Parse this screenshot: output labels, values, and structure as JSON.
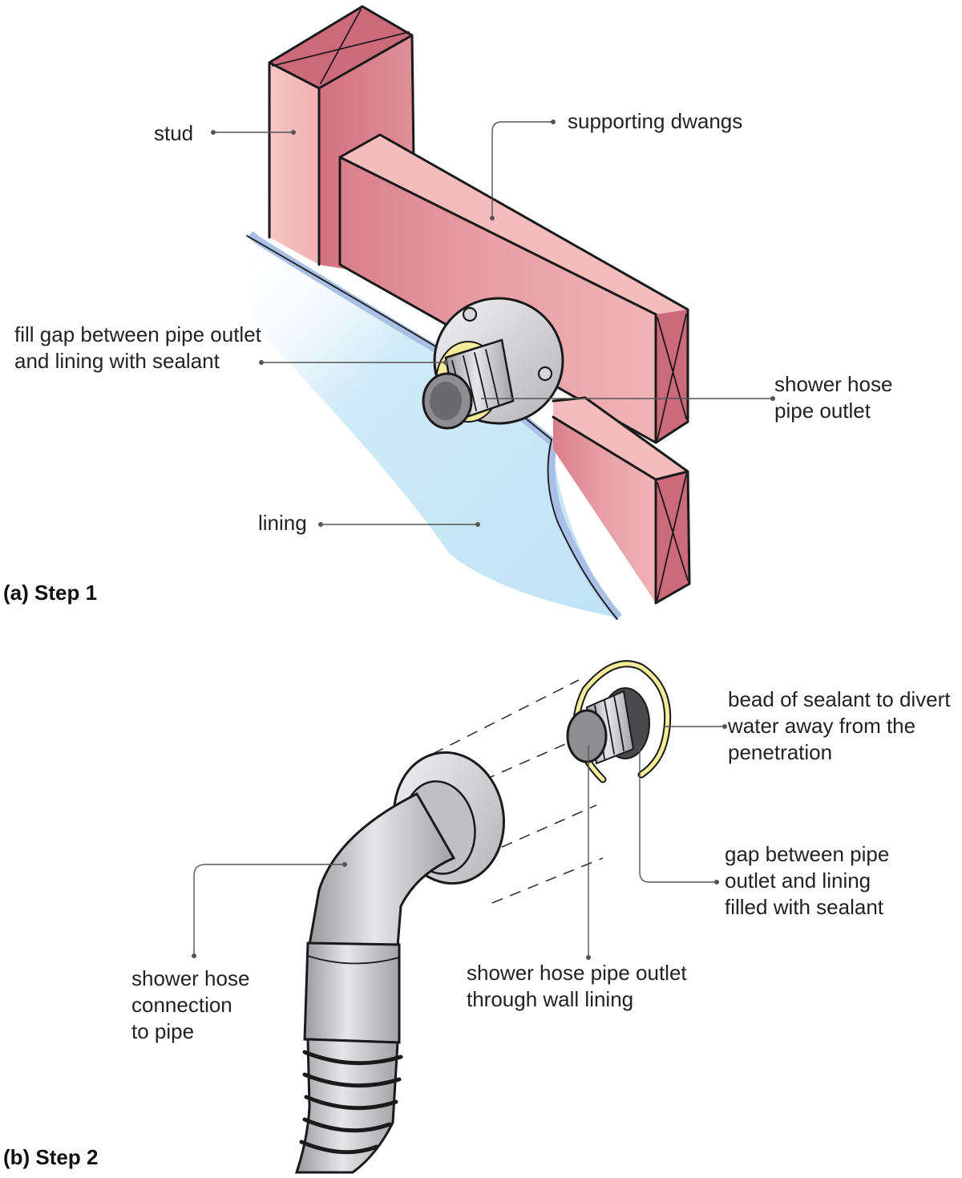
{
  "colors": {
    "timber_light": "#f4bcbc",
    "timber_mid": "#e08c96",
    "timber_dark": "#cc6a7c",
    "lining_blue": "#cfeaf8",
    "lining_edge": "#a9bfe6",
    "sealant_yellow": "#f4ec9a",
    "pipe_grey": "#c8c8ca",
    "pipe_dark": "#7a7a7c",
    "leader_grey": "#555555"
  },
  "step1": {
    "caption": "(a) Step 1",
    "labels": {
      "stud": "stud",
      "dwangs": "supporting dwangs",
      "fill_gap": "fill gap between pipe outlet\nand lining with sealant",
      "outlet": "shower hose\npipe outlet",
      "lining": "lining"
    }
  },
  "step2": {
    "caption": "(b) Step 2",
    "labels": {
      "bead": "bead of sealant to divert\nwater away from the\npenetration",
      "gap_filled": "gap between pipe\noutlet and lining\nfilled with sealant",
      "through_lining": "shower hose pipe outlet\nthrough wall lining",
      "connection": "shower hose\nconnection\nto pipe"
    }
  }
}
